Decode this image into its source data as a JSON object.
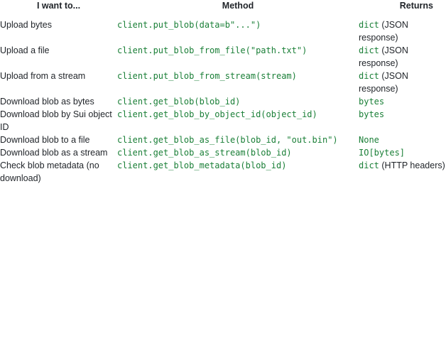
{
  "table": {
    "headers": {
      "want": "I want to...",
      "method": "Method",
      "returns": "Returns"
    },
    "accent_color": "#1a7f37",
    "text_color": "#1f2328",
    "background_color": "#ffffff",
    "rows": [
      {
        "want": "Upload bytes",
        "method": "client.put_blob(data=b\"...\")",
        "ret_type": "dict",
        "ret_note": "(JSON response)"
      },
      {
        "want": "Upload a file",
        "method": "client.put_blob_from_file(\"path.txt\")",
        "ret_type": "dict",
        "ret_note": "(JSON response)"
      },
      {
        "want": "Upload from a stream",
        "method": "client.put_blob_from_stream(stream)",
        "ret_type": "dict",
        "ret_note": "(JSON response)"
      },
      {
        "want": "Download blob as bytes",
        "method": "client.get_blob(blob_id)",
        "ret_type": "bytes",
        "ret_note": ""
      },
      {
        "want": "Download blob by Sui object ID",
        "method": "client.get_blob_by_object_id(object_id)",
        "ret_type": "bytes",
        "ret_note": ""
      },
      {
        "want": "Download blob to a file",
        "method": "client.get_blob_as_file(blob_id, \"out.bin\")",
        "ret_type": "None",
        "ret_note": ""
      },
      {
        "want": "Download blob as a stream",
        "method": "client.get_blob_as_stream(blob_id)",
        "ret_type": "IO[bytes]",
        "ret_note": ""
      },
      {
        "want": "Check blob metadata (no download)",
        "method": "client.get_blob_metadata(blob_id)",
        "ret_type": "dict",
        "ret_note": "(HTTP headers)"
      }
    ]
  }
}
